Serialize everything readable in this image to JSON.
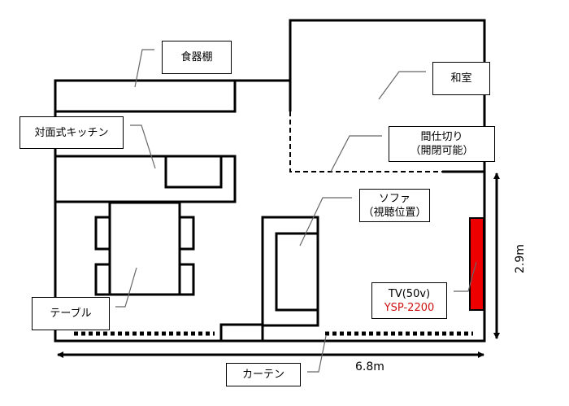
{
  "labels": {
    "dish_shelf": "食器棚",
    "washitsu": "和室",
    "kitchen": "対面式キッチン",
    "partition": "間仕切り",
    "partition_note": "（開閉可能）",
    "sofa": "ソファ",
    "sofa_note": "（視聴位置）",
    "tv": "TV(50v)",
    "speaker": "YSP-2200",
    "table": "テーブル",
    "curtain": "カーテン"
  },
  "dimensions": {
    "width": "6.8m",
    "height": "2.9m"
  },
  "colors": {
    "tv": "#ee0000",
    "speaker_text": "#d01010",
    "leader": "#666666"
  }
}
